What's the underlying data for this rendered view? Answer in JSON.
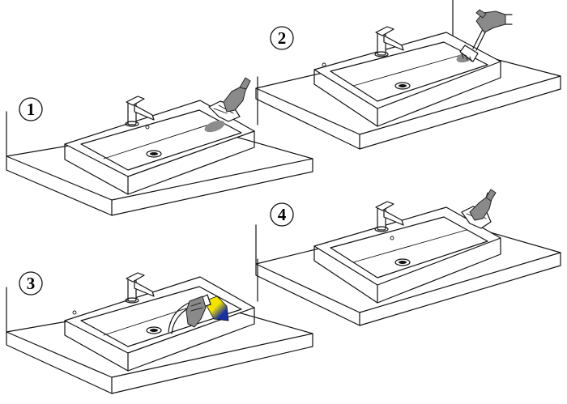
{
  "steps": [
    {
      "number": "1",
      "tool": "cloth"
    },
    {
      "number": "2",
      "tool": "brush"
    },
    {
      "number": "3",
      "tool": "shower-spray"
    },
    {
      "number": "4",
      "tool": "cloth"
    }
  ],
  "colors": {
    "line": "#111111",
    "glove": "#8a8a8a",
    "stain": "#8c8c8c",
    "spray_yellow": "#f2e200",
    "spray_blue": "#1a2fa0"
  }
}
